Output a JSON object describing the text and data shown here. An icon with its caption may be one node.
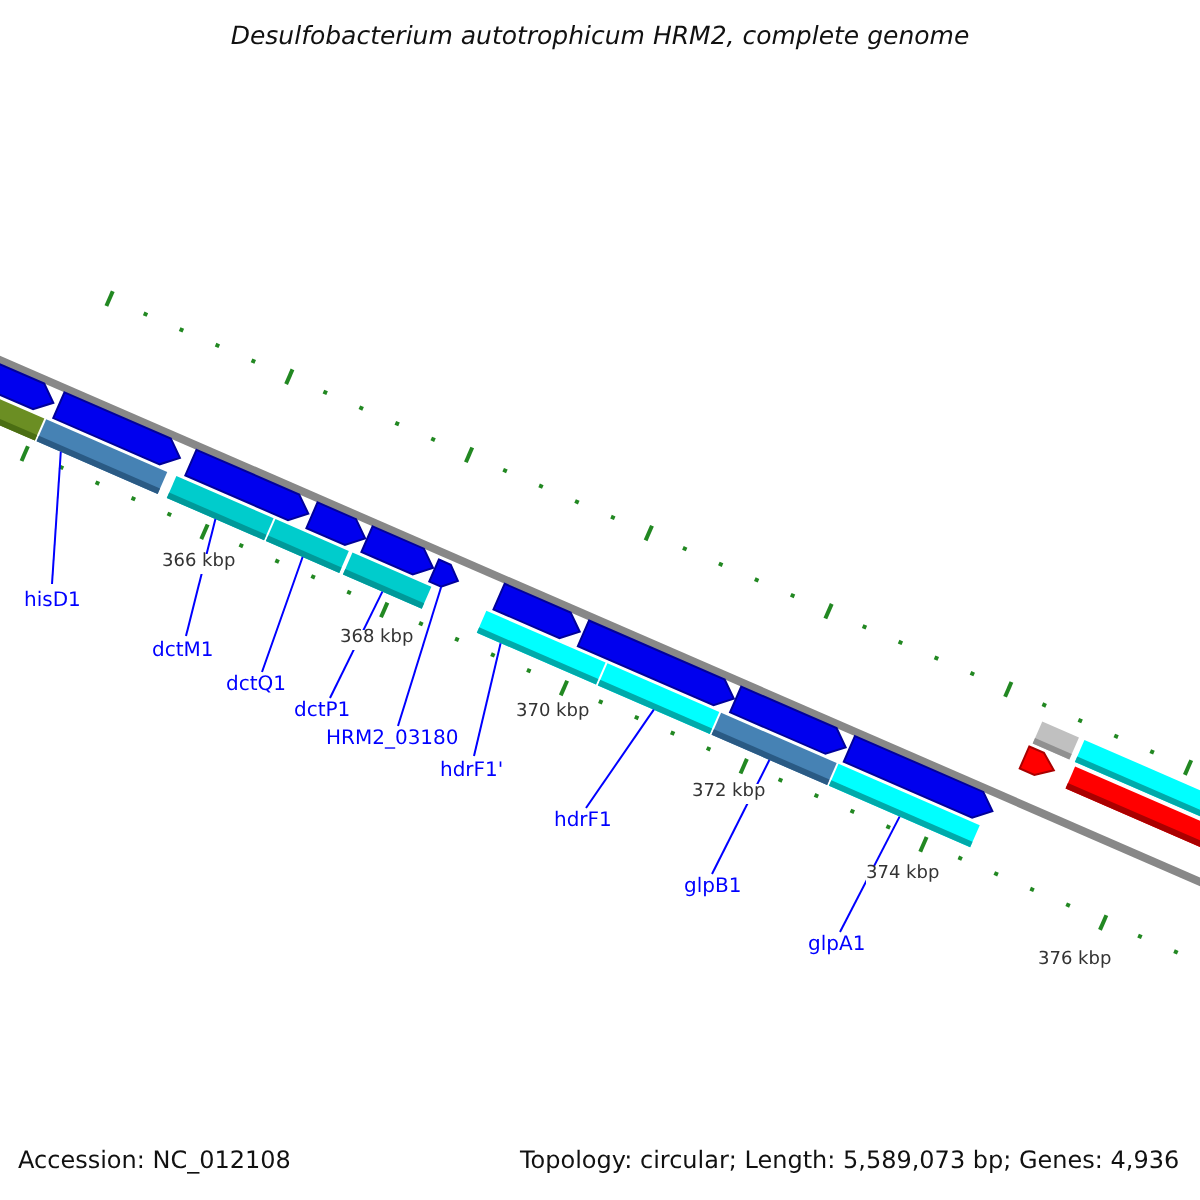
{
  "diagram": {
    "title": "Desulfobacterium autotrophicum HRM2, complete genome",
    "nodes": [
      {
        "text": [
          "hisD1"
        ]
      },
      {
        "text": [
          "dctM1"
        ]
      },
      {
        "text": [
          "dctQ1"
        ]
      },
      {
        "text": [
          "dctP1"
        ]
      },
      {
        "text": [
          "HRM2_03180"
        ]
      },
      {
        "text": [
          "hdrF1'"
        ]
      },
      {
        "text": [
          "hdrF1"
        ]
      },
      {
        "text": [
          "glpB1"
        ]
      },
      {
        "text": [
          "glpA1"
        ]
      },
      {
        "text": [],
        "shape": "bar"
      },
      {
        "text": [],
        "shape": "bar"
      },
      {
        "text": [],
        "shape": "bar"
      },
      {
        "text": [],
        "shape": "bar"
      },
      {
        "text": [],
        "shape": "bar"
      },
      {
        "text": [],
        "shape": "bar"
      },
      {
        "text": [],
        "shape": "bar"
      },
      {
        "text": [],
        "shape": "bar"
      },
      {
        "text": [],
        "shape": "bar"
      }
    ],
    "edges": [
      {
        "from": 0,
        "to": 9,
        "arrow": "none"
      },
      {
        "from": 1,
        "to": 10,
        "arrow": "none"
      },
      {
        "from": 2,
        "to": 11,
        "arrow": "none"
      },
      {
        "from": 3,
        "to": 12,
        "arrow": "none"
      },
      {
        "from": 4,
        "to": 13,
        "arrow": "none"
      },
      {
        "from": 5,
        "to": 14,
        "arrow": "none"
      },
      {
        "from": 6,
        "to": 15,
        "arrow": "none"
      },
      {
        "from": 7,
        "to": 16,
        "arrow": "none"
      },
      {
        "from": 8,
        "to": 17,
        "arrow": "none"
      }
    ],
    "labels": [
      "366 kbp",
      "368 kbp",
      "370 kbp",
      "372 kbp",
      "374 kbp",
      "376 kbp",
      "Accession: NC_012108",
      "Topology: circular; Length: 5,589,073 bp; Genes: 4,936"
    ]
  }
}
